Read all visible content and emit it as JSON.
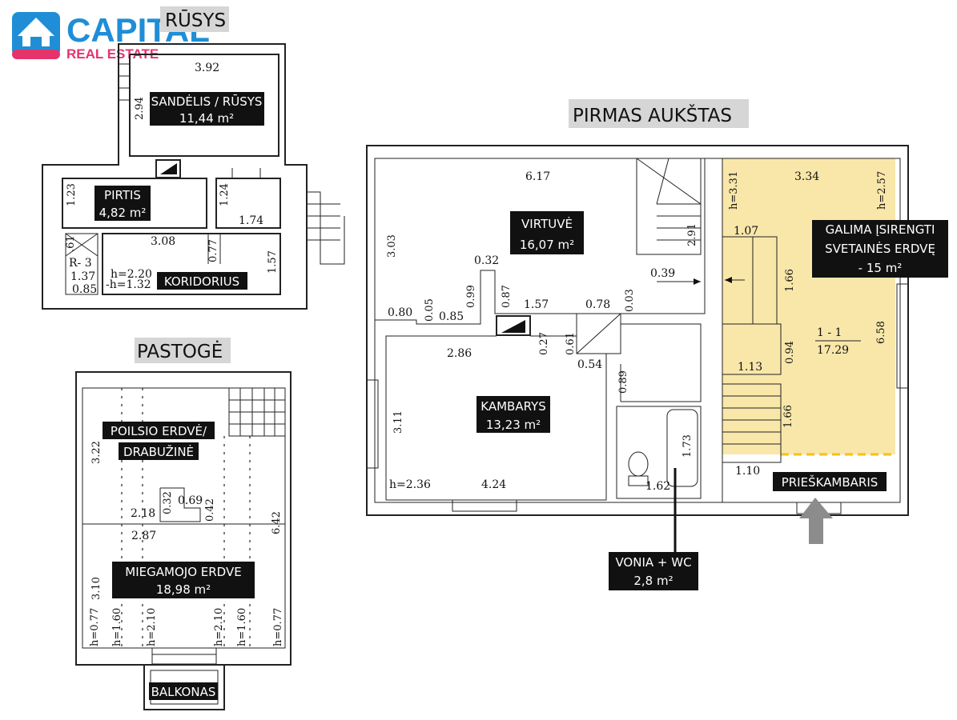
{
  "brand": {
    "name": "CAPITAL",
    "tagline": "REAL ESTATE",
    "primary_color": "#1f8ed6",
    "secondary_color": "#e5336c"
  },
  "floors": {
    "basement": {
      "title": "RŪSYS",
      "rooms": {
        "storage": {
          "name": "SANDĖLIS / RŪSYS",
          "area": "11,44 m²"
        },
        "sauna": {
          "name": "PIRTIS",
          "area": "4,82 m²"
        },
        "corridor": {
          "name": "KORIDORIUS"
        }
      },
      "dims": {
        "d392": "3.92",
        "d294": "2.94",
        "d123": "1.23",
        "d124": "1.24",
        "d174": "1.74",
        "d308": "3.08",
        "d077": "0.77",
        "d157": "1.57",
        "d61": ".61",
        "r3": "R- 3",
        "d137": "1.37",
        "d085": "0.85",
        "h220": "h=2.20",
        "h132": "-h=1.32"
      }
    },
    "attic": {
      "title": "PASTOGĖ",
      "rooms": {
        "lounge": {
          "name_line1": "POILSIO ERDVĖ/",
          "name_line2": "DRABUŽINĖ"
        },
        "bedroom": {
          "name": "MIEGAMOJO ERDVE",
          "area": "18,98 m²"
        },
        "balcony": {
          "name": "BALKONAS"
        }
      },
      "dims": {
        "d322": "3.22",
        "d218": "2.18",
        "d032": "0.32",
        "d069": "0.69",
        "d042": "0.42",
        "d642": "6.42",
        "d287": "2.87",
        "d310": "3.10",
        "h077a": "h=0.77",
        "h160a": "h=1.60",
        "h210a": "h=2.10",
        "h210b": "h=2.10",
        "h160b": "h=1.60",
        "h077b": "h=0.77"
      }
    },
    "ground": {
      "title": "PIRMAS AUKŠTAS",
      "rooms": {
        "kitchen": {
          "name": "VIRTUVĖ",
          "area": "16,07 m²"
        },
        "room": {
          "name": "KAMBARYS",
          "area": "13,23 m²"
        },
        "hall": {
          "name": "PRIEŠKAMBARIS"
        },
        "living": {
          "line1": "GALIMA ĮSIRENGTI",
          "line2": "SVETAINĖS ERDVĘ",
          "line3": "- 15 m²"
        },
        "bath": {
          "name": "VONIA + WC",
          "area": "2,8 m²"
        }
      },
      "dims": {
        "d617": "6.17",
        "d303": "3.03",
        "d291": "2.91",
        "d039": "0.39",
        "d032": "0.32",
        "d080": "0.80",
        "d005": "0.05",
        "d085": "0.85",
        "d099": "0.99",
        "d087": "0.87",
        "d157": "1.57",
        "d078": "0.78",
        "d003": "0.03",
        "d027": "0.27",
        "d061": "0.61",
        "d054": "0.54",
        "d286": "2.86",
        "d089": "0.89",
        "d311": "3.11",
        "h236": "h=2.36",
        "d424": "4.24",
        "d173": "1.73",
        "d162": "1.62",
        "h331": "h=3.31",
        "d334": "3.34",
        "h257": "h=2.57",
        "d107": "1.07",
        "d166a": "1.66",
        "d094": "0.94",
        "d113": "1.13",
        "d166b": "1.66",
        "d110": "1.10",
        "room_code": "1 - 1",
        "room_area_num": "17.29",
        "d658": "6.58"
      },
      "living_fill_color": "#f8e7a9",
      "living_border_color": "#f2c21a",
      "arrow_color": "#8c8c8c"
    }
  }
}
